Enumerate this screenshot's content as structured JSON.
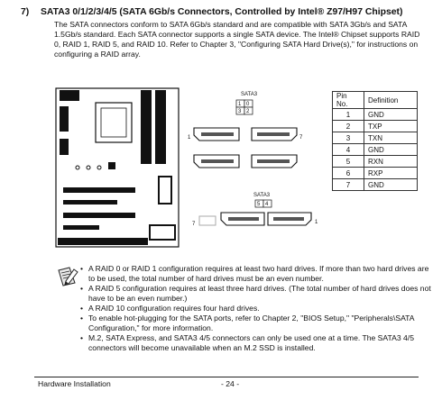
{
  "section": {
    "number": "7)",
    "title": "SATA3 0/1/2/3/4/5 (SATA 6Gb/s Connectors, Controlled by Intel® Z97/H97 Chipset)"
  },
  "intro": "The SATA connectors conform to SATA 6Gb/s standard and are compatible with SATA 3Gb/s and SATA 1.5Gb/s standard. Each SATA connector supports a single SATA device. The Intel® Chipset supports RAID 0, RAID 1, RAID 5, and RAID 10. Refer to Chapter 3, \"Configuring SATA Hard Drive(s),\" for instructions on configuring a RAID array.",
  "diagram": {
    "group1_label": "SATA3",
    "group1_ports": [
      "1",
      "0",
      "3",
      "2"
    ],
    "group2_label": "SATA3",
    "group2_ports": [
      "5",
      "4"
    ],
    "pin_one": "1",
    "pin_seven": "7"
  },
  "pin_table": {
    "headers": [
      "Pin No.",
      "Definition"
    ],
    "rows": [
      [
        "1",
        "GND"
      ],
      [
        "2",
        "TXP"
      ],
      [
        "3",
        "TXN"
      ],
      [
        "4",
        "GND"
      ],
      [
        "5",
        "RXN"
      ],
      [
        "6",
        "RXP"
      ],
      [
        "7",
        "GND"
      ]
    ]
  },
  "notes": [
    "A RAID 0 or RAID 1 configuration requires at least two hard drives. If more than two hard drives are to be used, the total number of hard drives must be an even number.",
    "A RAID 5 configuration requires at least three hard drives. (The total number of hard drives does not have to be an even number.)",
    "A RAID 10 configuration requires four hard drives.",
    "To enable hot-plugging for the SATA ports, refer to Chapter 2, \"BIOS Setup,\" \"Peripherals\\SATA Configuration,\" for more information.",
    "M.2, SATA Express, and SATA3 4/5 connectors can only be used one at a time. The SATA3 4/5 connectors will become unavailable when an M.2 SSD is installed."
  ],
  "footer": {
    "left": "Hardware Installation",
    "page": "- 24 -"
  }
}
